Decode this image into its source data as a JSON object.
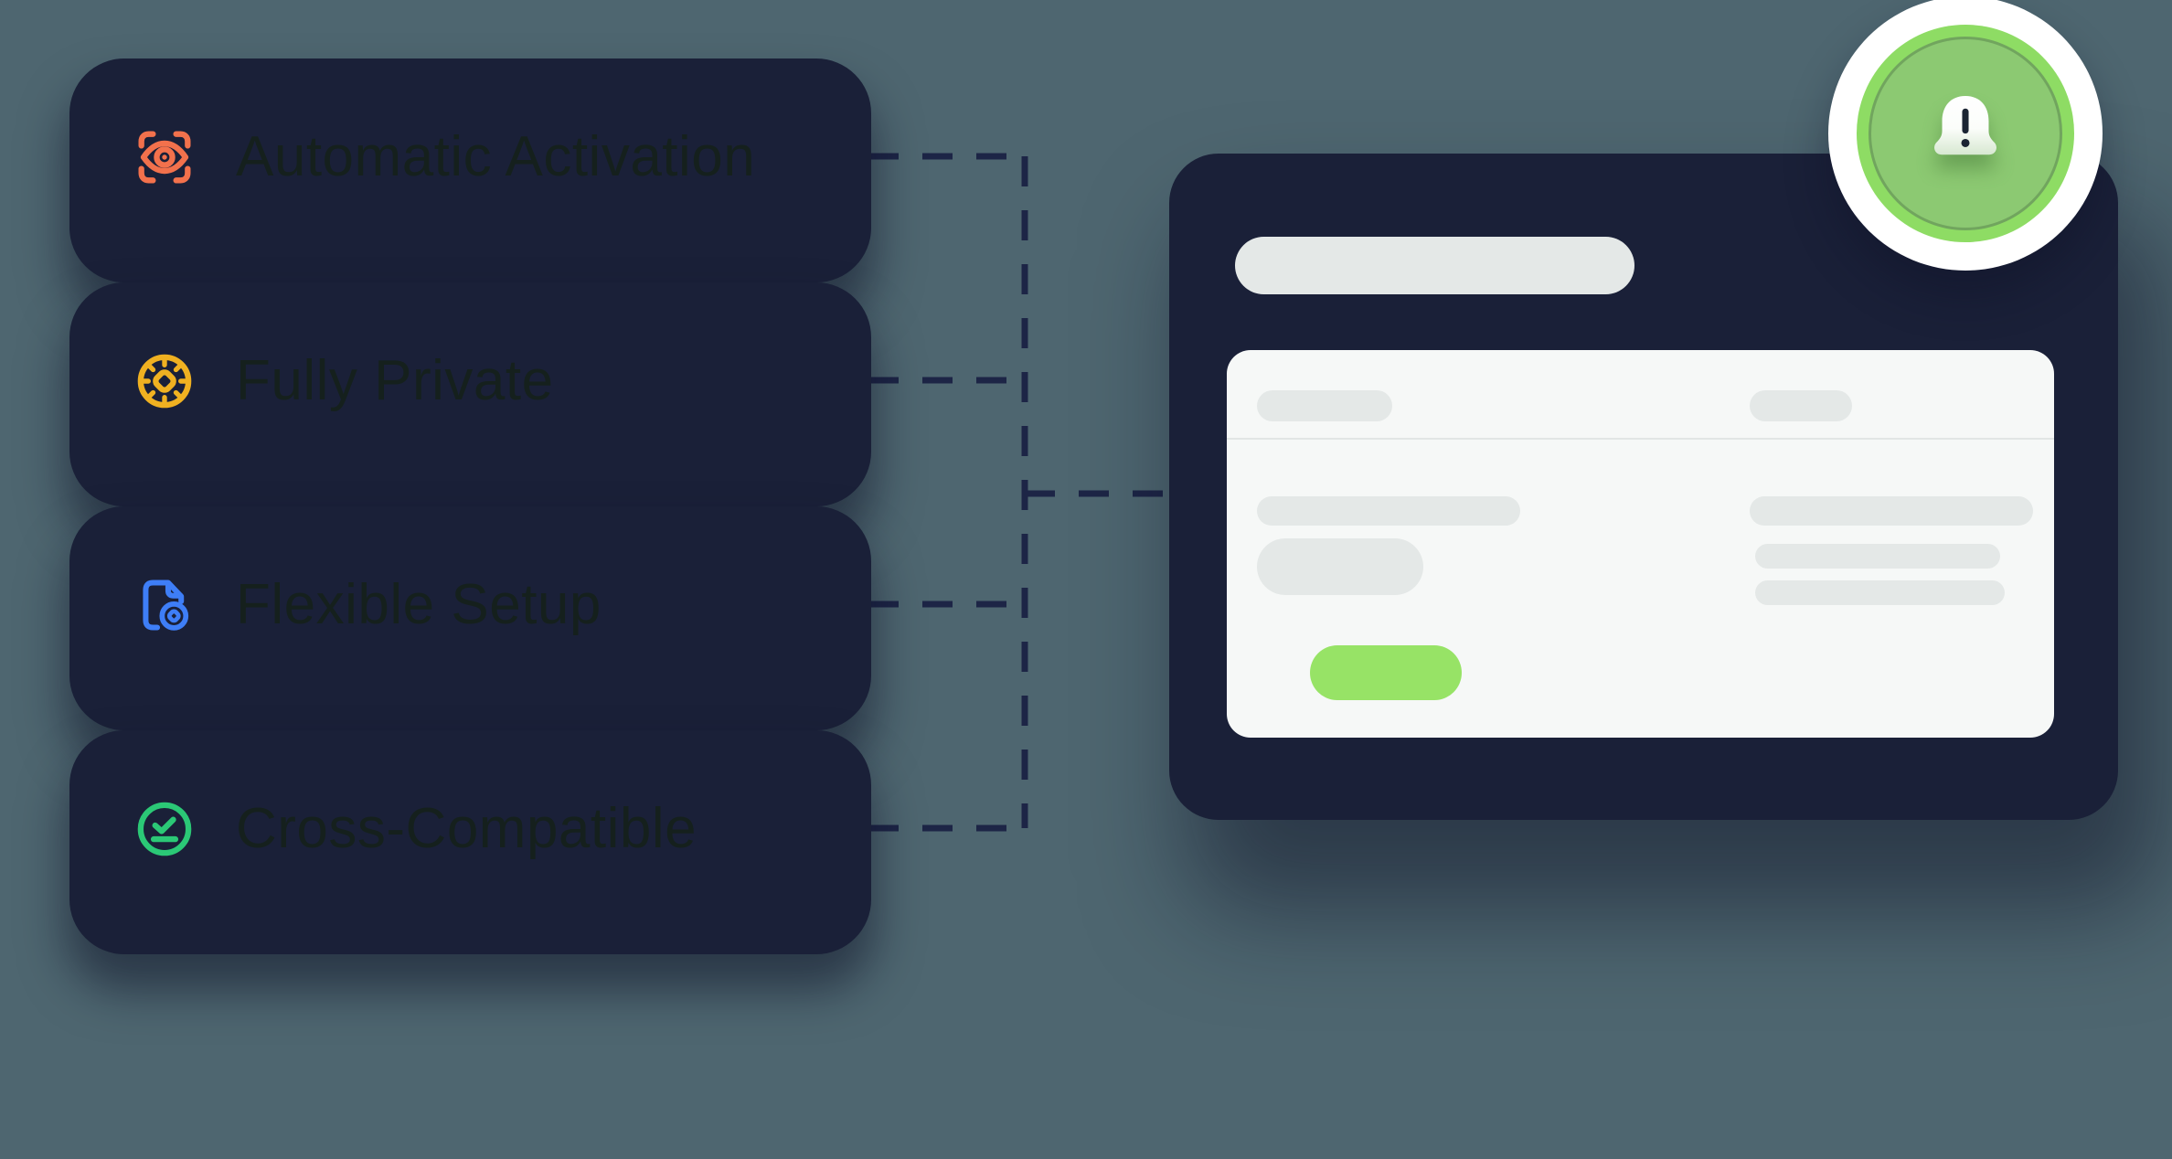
{
  "canvas": {
    "background": "#4E6670",
    "shadow_color": "#1A2038"
  },
  "features": [
    {
      "label": "Automatic Activation",
      "icon": "scan-eye-icon",
      "color": "#F2714C"
    },
    {
      "label": "Fully Private",
      "icon": "dial-icon",
      "color": "#F0B121"
    },
    {
      "label": "Flexible Setup",
      "icon": "document-settings-icon",
      "color": "#3E7EF7"
    },
    {
      "label": "Cross-Compatible",
      "icon": "check-circle-icon",
      "color": "#2BC876"
    }
  ],
  "connectors": {
    "style": "dashed",
    "color": "#1D2546"
  },
  "mock_window": {
    "description": "skeleton app window placeholder (no text content)",
    "title_bar_color": "#E4E8E7",
    "panel_color": "#F6F8F7",
    "placeholder_color": "#E4E8E7",
    "button_color": "#97E366"
  },
  "badge": {
    "icon": "bell-alert-icon",
    "glyph": "!",
    "ring_green": "#8EDC64",
    "inner_green": "#8CC972",
    "glyph_color": "#1B2433"
  }
}
